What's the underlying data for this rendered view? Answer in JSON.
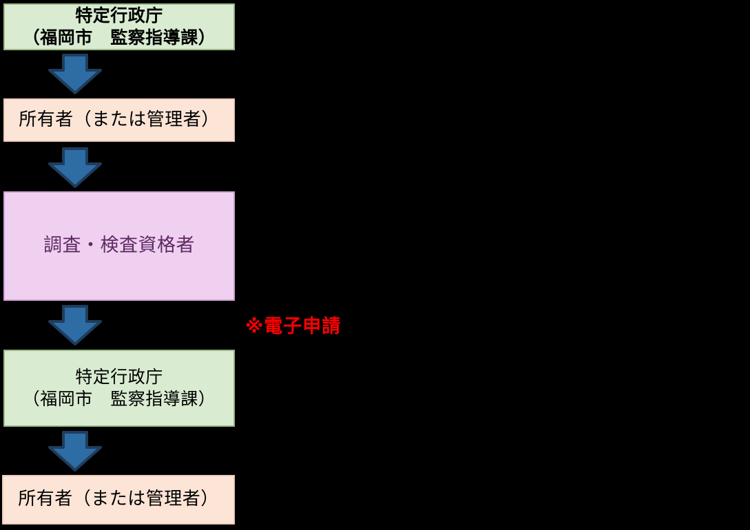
{
  "colors": {
    "background": "#000000",
    "box_text": "#000000",
    "green_fill": "#d9ecd2",
    "green_border": "#9cb98a",
    "peach_fill": "#fce4d6",
    "peach_border": "#eccdbb",
    "purple_fill": "#f0d0f0",
    "purple_border": "#cfa3d3",
    "purple_text": "#5d2a63",
    "arrow_fill": "#2e6ca6",
    "arrow_border": "#1f3d5c",
    "note_color": "#ff0000"
  },
  "icons": {
    "arrow": "down-arrow"
  },
  "diagram": {
    "nodes": [
      {
        "id": "authority-top",
        "style": "green",
        "bold": true,
        "text": "特定行政庁\n（福岡市　監察指導課）"
      },
      {
        "id": "owner-upper",
        "style": "peach",
        "bold": false,
        "text": "所有者（または管理者）"
      },
      {
        "id": "inspector",
        "style": "purple",
        "bold": false,
        "text": "調査・検査資格者"
      },
      {
        "id": "authority-bottom",
        "style": "green",
        "bold": false,
        "text": "特定行政庁\n（福岡市　監察指導課）"
      },
      {
        "id": "owner-lower",
        "style": "peach",
        "bold": false,
        "text": "所有者（または管理者）"
      }
    ],
    "annotation": "※電子申請"
  }
}
